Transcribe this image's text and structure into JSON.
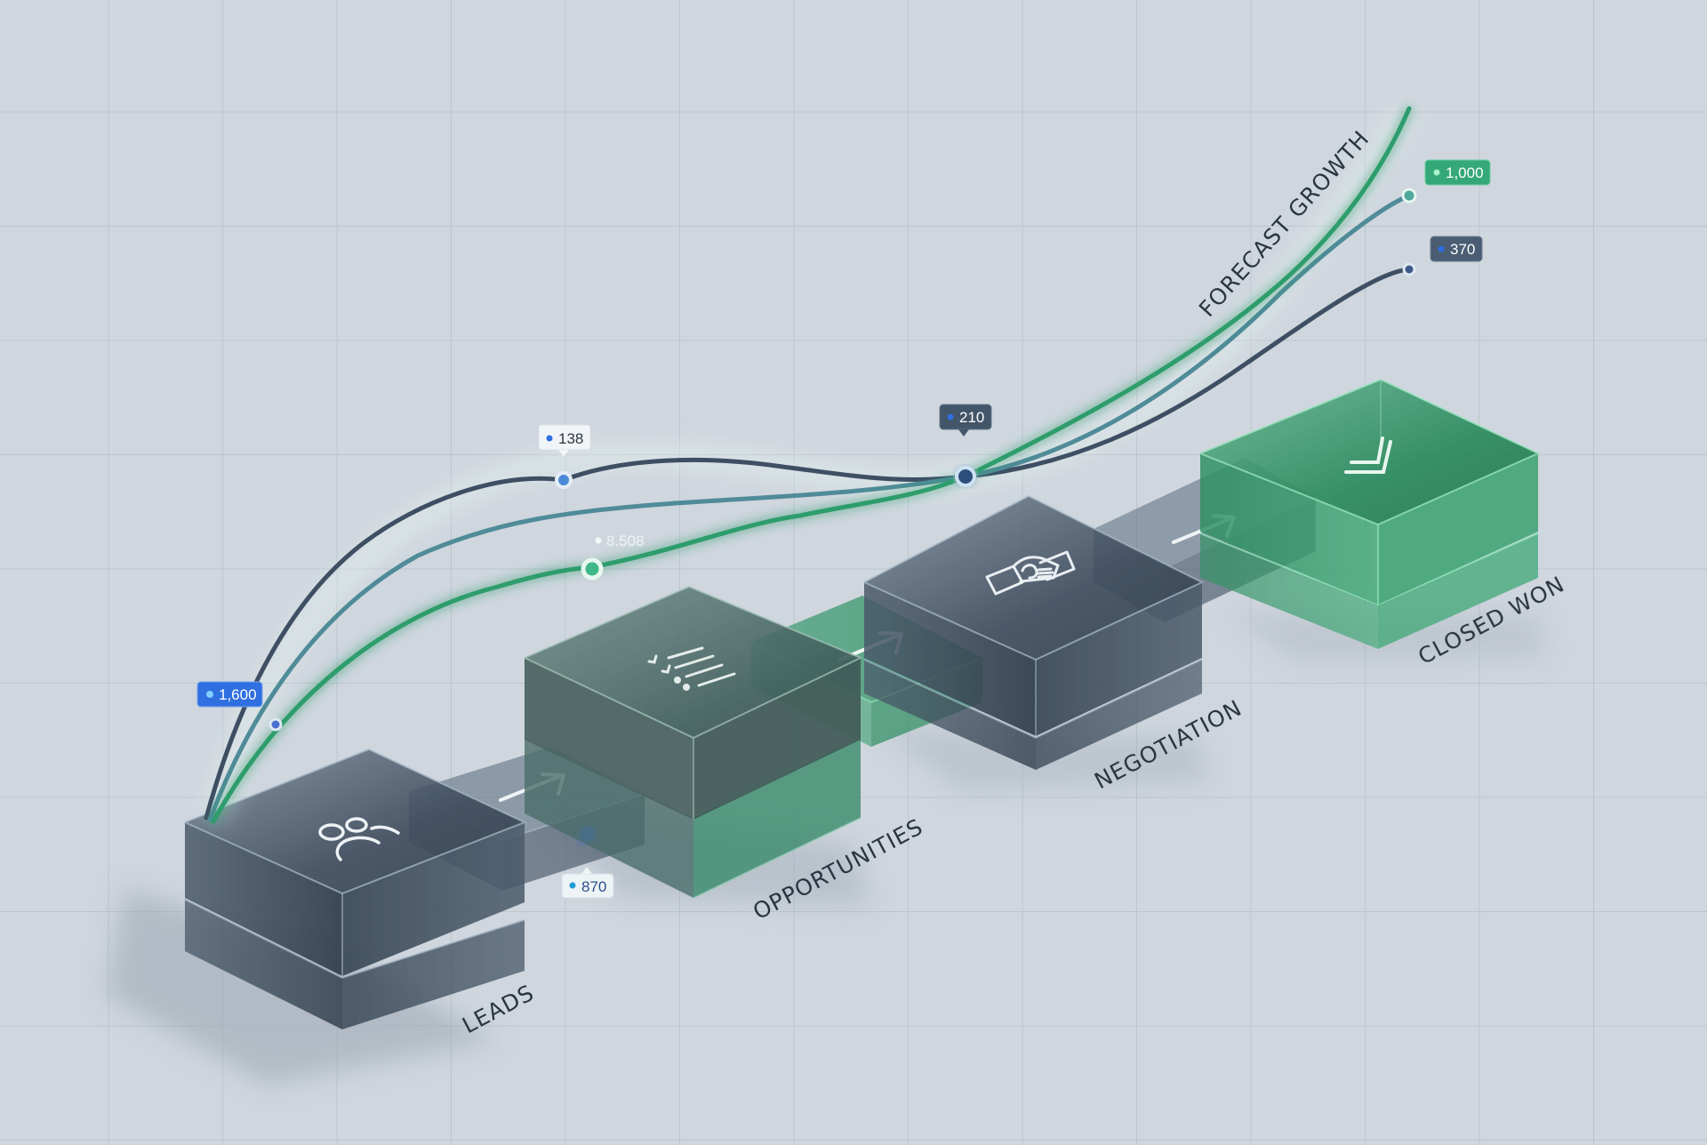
{
  "diagram": {
    "title_annotation": "FORECAST GROWTH",
    "stages": [
      {
        "id": "leads",
        "label": "LEADS",
        "icon": "users-icon",
        "color": "slate"
      },
      {
        "id": "opportunities",
        "label": "OPPORTUNITIES",
        "icon": "checklist-icon",
        "color": "slate-green"
      },
      {
        "id": "negotiation",
        "label": "NEGOTIATION",
        "icon": "handshake-icon",
        "color": "slate"
      },
      {
        "id": "closed_won",
        "label": "CLOSED WON",
        "icon": "double-chevron-icon",
        "color": "green"
      }
    ],
    "connectors": [
      {
        "from": "leads",
        "to": "opportunities",
        "icon": "arrow-right-icon"
      },
      {
        "from": "opportunities",
        "to": "negotiation",
        "icon": "arrow-right-icon"
      },
      {
        "from": "negotiation",
        "to": "closed_won",
        "icon": "arrow-right-icon"
      }
    ],
    "badges": [
      {
        "id": "b1600",
        "value": "1,600",
        "style": "blue-solid"
      },
      {
        "id": "b138",
        "value": "138",
        "style": "white"
      },
      {
        "id": "b8508",
        "value": "8.508",
        "style": "plain"
      },
      {
        "id": "b210",
        "value": "210",
        "style": "slate"
      },
      {
        "id": "b870",
        "value": "870",
        "style": "white"
      },
      {
        "id": "b1000",
        "value": "1,000",
        "style": "green"
      },
      {
        "id": "b370",
        "value": "370",
        "style": "slate"
      }
    ],
    "colors": {
      "background": "#cfd6de",
      "grid": "#bcc5ce",
      "slate": "#3e4f63",
      "green": "#2e9d6c",
      "teal": "#4f8b98",
      "accent_blue": "#2f6fe0"
    }
  },
  "chart_data": {
    "type": "line",
    "title": "FORECAST GROWTH",
    "categories": [
      "Leads",
      "Opportunities",
      "Negotiation",
      "Closed Won"
    ],
    "series": [
      {
        "name": "Slate line",
        "color": "#3e4f63",
        "annotations": [
          "1,600",
          "138",
          "210",
          "370"
        ]
      },
      {
        "name": "Teal line",
        "color": "#4f8b98",
        "annotations": []
      },
      {
        "name": "Green line",
        "color": "#2e9d6c",
        "annotations": [
          "8.508",
          "1,000"
        ]
      }
    ],
    "other_labels": [
      "870"
    ],
    "xlabel": "",
    "ylabel": "",
    "grid": true
  }
}
